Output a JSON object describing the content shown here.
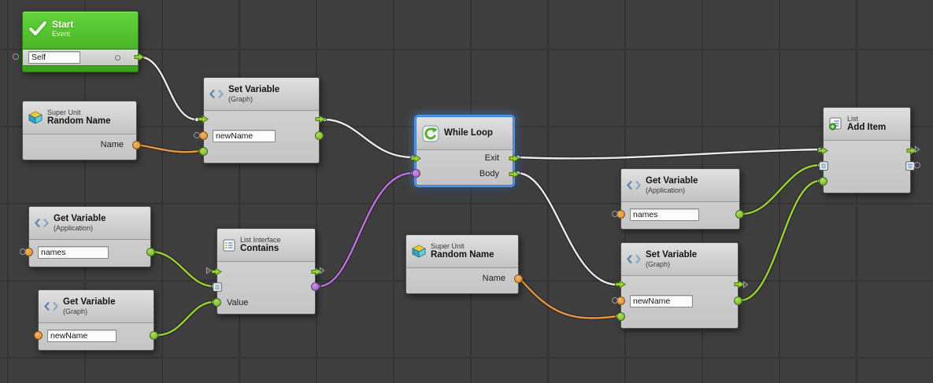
{
  "editor": {
    "background": "#3e3e3e",
    "grid_line": "#343434",
    "selection_color": "#4f94e8",
    "selected_node": "while_loop"
  },
  "colors": {
    "flow_edge": "#eaeaea",
    "string_edge": "#e6973c",
    "value_edge": "#9ad336",
    "bool_edge": "#c172e2",
    "flow_port": "#97d435",
    "string_port": "#e8953a",
    "value_port": "#7fca2f",
    "bool_port": "#b671d9"
  },
  "nodes": {
    "start": {
      "title": "Start",
      "subtitle": "Event",
      "self_value": "Self"
    },
    "random_name_top": {
      "kind": "Super Unit",
      "title": "Random Name",
      "output_label": "Name"
    },
    "set_variable_top": {
      "title": "Set Variable",
      "subtitle": "(Graph)",
      "variable_name": "newName"
    },
    "while_loop": {
      "title": "While Loop",
      "exit_label": "Exit",
      "body_label": "Body"
    },
    "get_variable_names_left": {
      "title": "Get Variable",
      "subtitle": "(Application)",
      "variable_name": "names"
    },
    "contains": {
      "kind": "List Interface",
      "title": "Contains",
      "value_label": "Value"
    },
    "get_variable_newname": {
      "title": "Get Variable",
      "subtitle": "(Graph)",
      "variable_name": "newName"
    },
    "random_name_bottom": {
      "kind": "Super Unit",
      "title": "Random Name",
      "output_label": "Name"
    },
    "get_variable_names_right": {
      "title": "Get Variable",
      "subtitle": "(Application)",
      "variable_name": "names"
    },
    "set_variable_right": {
      "title": "Set Variable",
      "subtitle": "(Graph)",
      "variable_name": "newName"
    },
    "add_item": {
      "kind": "List",
      "title": "Add Item"
    }
  },
  "edges": [
    {
      "from": "start.flow_out",
      "to": "set_variable_top.flow_in",
      "type": "flow"
    },
    {
      "from": "random_name_top.name",
      "to": "set_variable_top.value_in",
      "type": "string"
    },
    {
      "from": "set_variable_top.flow_out",
      "to": "while_loop.flow_in",
      "type": "flow"
    },
    {
      "from": "contains.result",
      "to": "while_loop.condition",
      "type": "boolean"
    },
    {
      "from": "while_loop.exit",
      "to": "add_item.flow_in",
      "type": "flow"
    },
    {
      "from": "while_loop.body",
      "to": "set_variable_right.flow_in",
      "type": "flow"
    },
    {
      "from": "get_variable_names_left.value",
      "to": "contains.list",
      "type": "value"
    },
    {
      "from": "get_variable_newname.value",
      "to": "contains.value",
      "type": "value"
    },
    {
      "from": "random_name_bottom.name",
      "to": "set_variable_right.value_in",
      "type": "string"
    },
    {
      "from": "get_variable_names_right.value",
      "to": "add_item.list",
      "type": "value"
    },
    {
      "from": "set_variable_right.value_out",
      "to": "add_item.item",
      "type": "value"
    }
  ]
}
